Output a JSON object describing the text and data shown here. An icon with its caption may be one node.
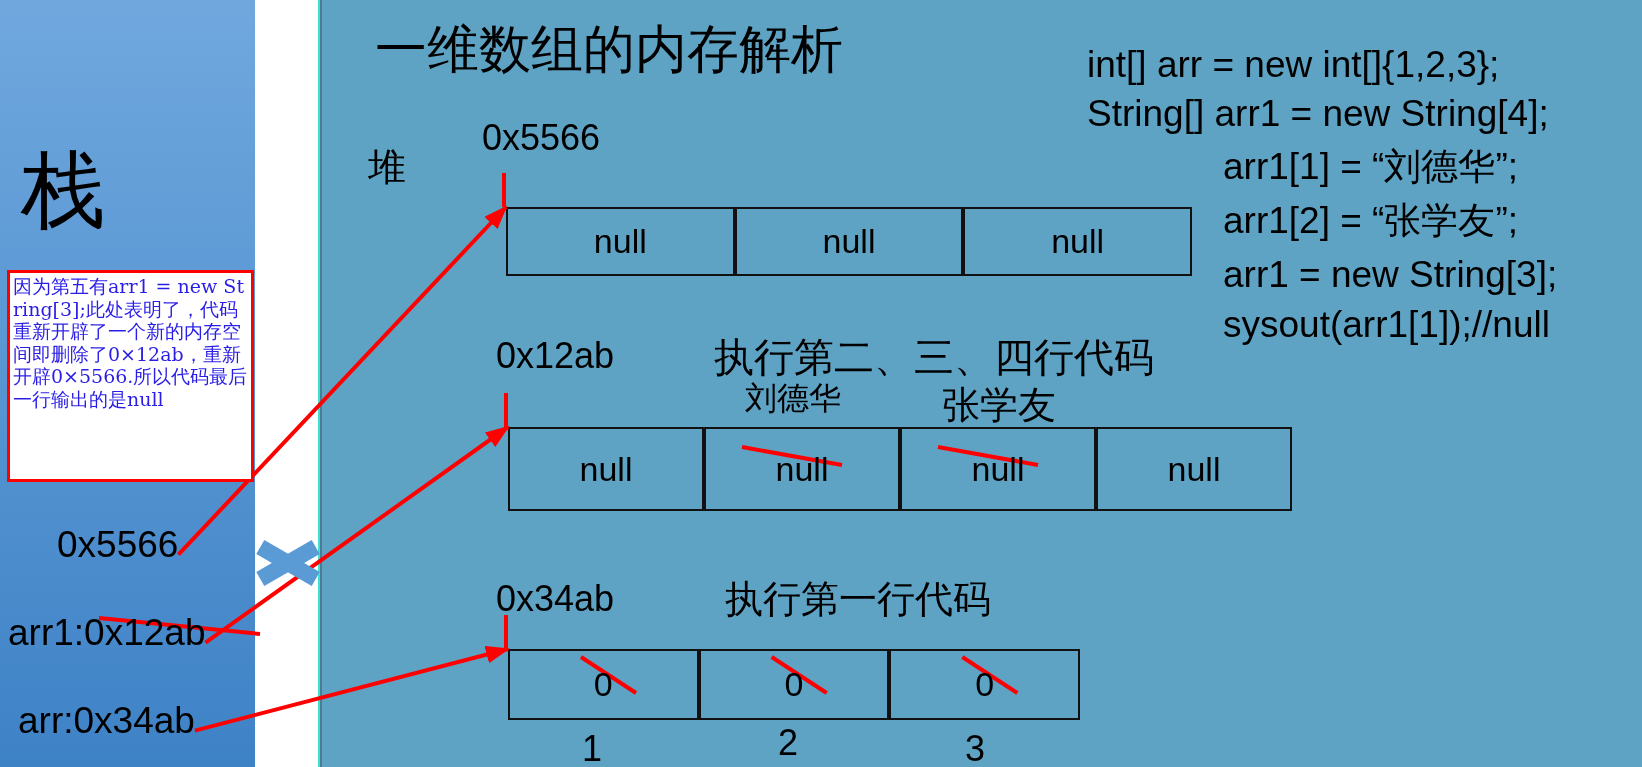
{
  "diagram": {
    "title": "一维数组的内存解析",
    "nodes": [
      {
        "text": [
          "栈"
        ]
      },
      {
        "text": [
          "因为第五有arr1 = new String[3];此处表明了，代码重新开辟了一个新的内存空间即删除了0×12ab，重新开辟0×5566.所以代码最后一行输出的是null"
        ],
        "in": 0
      },
      {
        "text": [
          "0x5566"
        ],
        "in": 0
      },
      {
        "text": [
          "arr1:0x12ab"
        ],
        "in": 0
      },
      {
        "text": [
          "arr:0x34ab"
        ],
        "in": 0
      },
      {
        "text": [
          "堆"
        ]
      },
      {
        "text": [],
        "shape": "box",
        "in": 5,
        "beside": [
          "0x5566"
        ]
      },
      {
        "text": [
          "null"
        ],
        "in": 6
      },
      {
        "text": [
          "null"
        ],
        "in": 6
      },
      {
        "text": [
          "null"
        ],
        "in": 6
      },
      {
        "text": [],
        "shape": "box",
        "in": 5,
        "beside": [
          "0x12ab",
          "执行第二、三、四行代码"
        ]
      },
      {
        "text": [
          "null"
        ],
        "in": 10
      },
      {
        "text": [
          "null"
        ],
        "in": 10,
        "beside": [
          "刘德华"
        ]
      },
      {
        "text": [
          "null"
        ],
        "in": 10,
        "beside": [
          "张学友"
        ]
      },
      {
        "text": [
          "null"
        ],
        "in": 10
      },
      {
        "text": [],
        "shape": "box",
        "in": 5,
        "beside": [
          "0x34ab",
          "执行第一行代码"
        ]
      },
      {
        "text": [
          "0"
        ],
        "in": 15,
        "beside": [
          "1"
        ]
      },
      {
        "text": [
          "0"
        ],
        "in": 15,
        "beside": [
          "2"
        ]
      },
      {
        "text": [
          "0"
        ],
        "in": 15,
        "beside": [
          "3"
        ]
      }
    ],
    "edges": [
      {
        "from": 2,
        "to": 6,
        "arrow": "to"
      },
      {
        "from": 3,
        "to": 10,
        "arrow": "to"
      },
      {
        "from": 4,
        "to": 15,
        "arrow": "to"
      }
    ],
    "labels": [
      "int[] arr = new int[]{1,2,3};",
      "String[] arr1 = new String[4];",
      "arr1[1] = “刘德华”;",
      "arr1[2] = “张学友”;",
      "arr1 = new String[3];",
      "sysout(arr1[1]);//null"
    ]
  }
}
